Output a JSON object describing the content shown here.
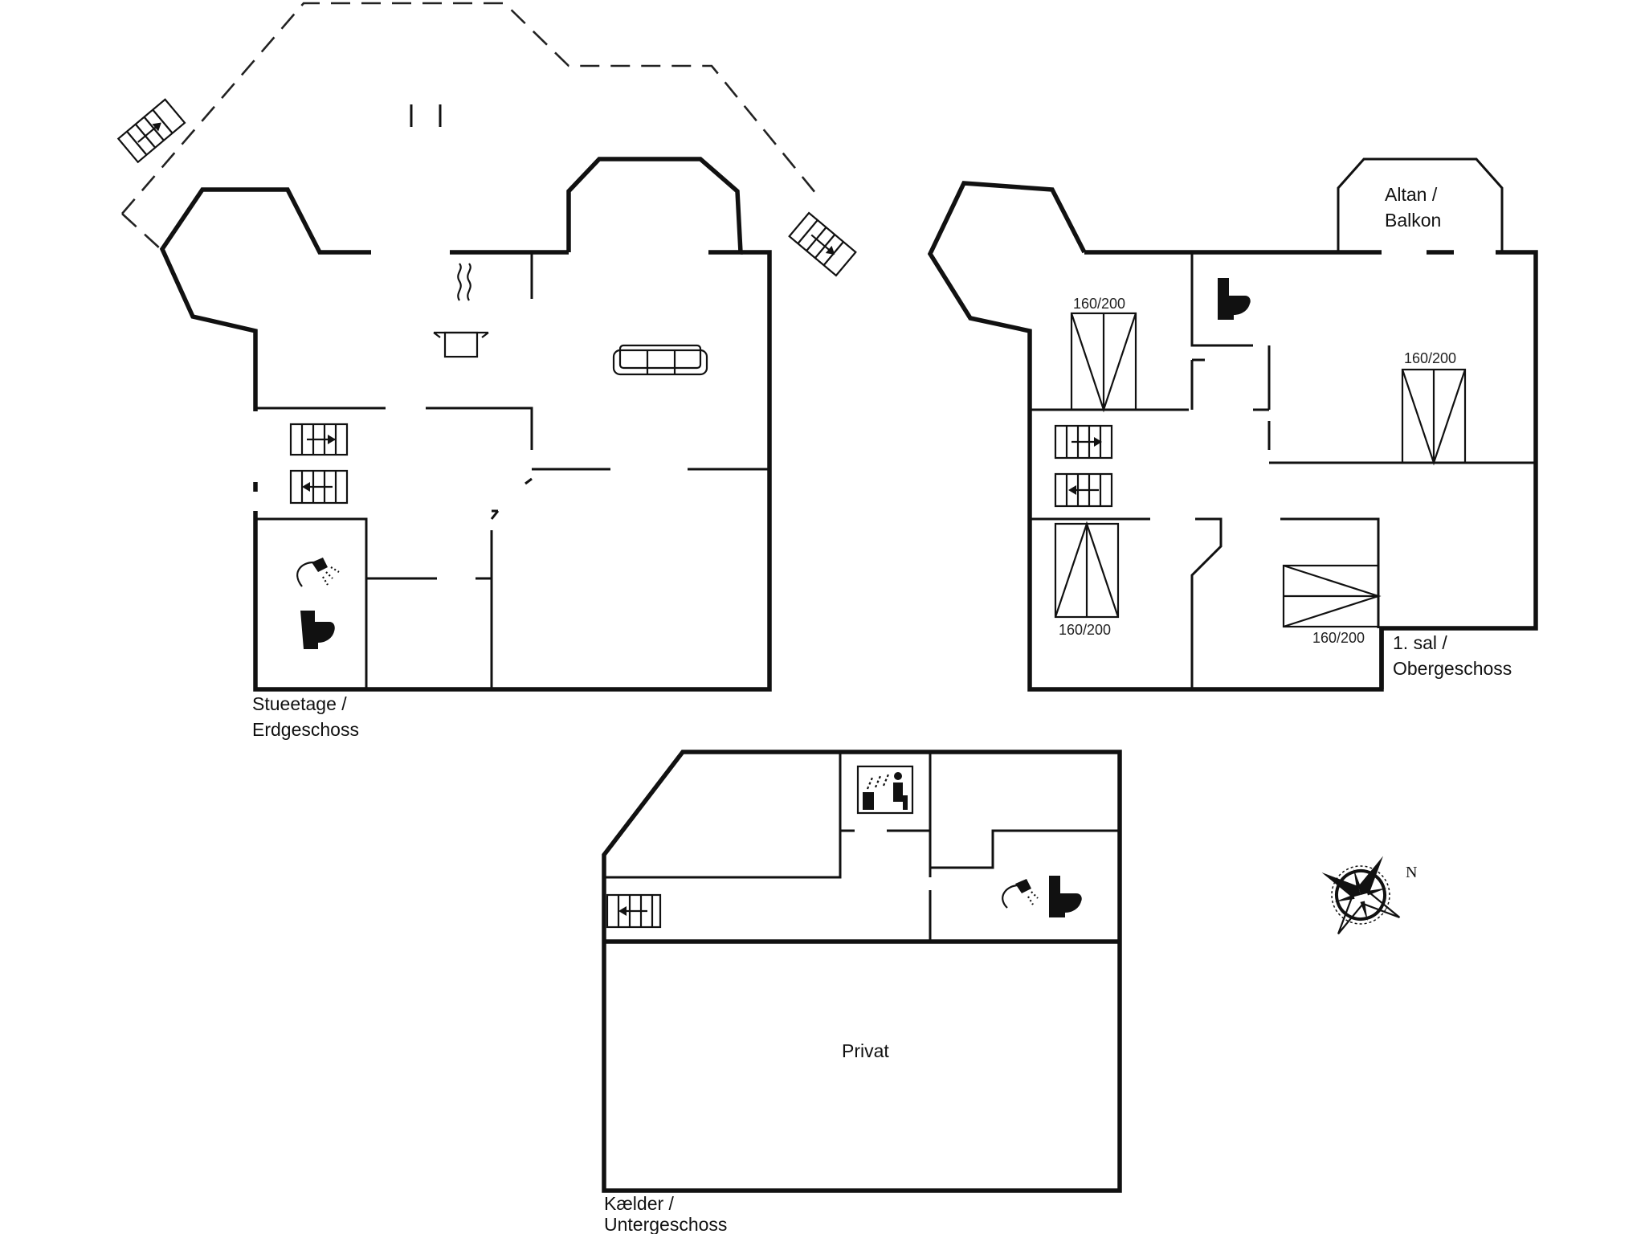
{
  "floors": {
    "ground": {
      "label_line1": "Stueetage /",
      "label_line2": "Erdgeschoss"
    },
    "upper": {
      "label_line1": "1. sal /",
      "label_line2": "Obergeschoss"
    },
    "basement": {
      "label_line1": "Kælder /",
      "label_line2": "Untergeschoss"
    }
  },
  "rooms": {
    "balcony_line1": "Altan /",
    "balcony_line2": "Balkon",
    "private": "Privat"
  },
  "beds": {
    "upper_left": "160/200",
    "upper_right": "160/200",
    "upper_lower_left": "160/200",
    "upper_lower_right": "160/200"
  },
  "compass": {
    "north": "N"
  },
  "icons": [
    "stairs-icon",
    "kitchen-pot-icon",
    "sofa-icon",
    "shower-icon",
    "toilet-icon",
    "bed-icon",
    "sauna-icon",
    "compass-rose-icon"
  ]
}
